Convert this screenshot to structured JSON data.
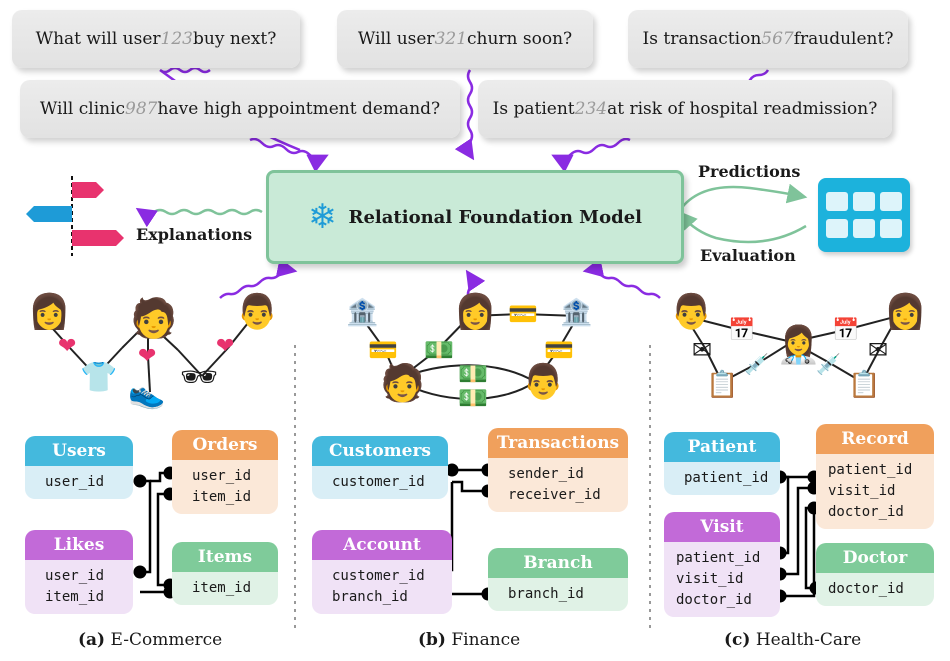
{
  "questions": [
    {
      "pre": "What will user ",
      "num": "123",
      "post": " buy next?"
    },
    {
      "pre": "Will user ",
      "num": "321",
      "post": " churn soon?"
    },
    {
      "pre": "Is transaction ",
      "num": "567",
      "post": " fraudulent?"
    },
    {
      "pre": "Will clinic ",
      "num": "987",
      "post": " have high appointment demand?"
    },
    {
      "pre": "Is patient ",
      "num": "234",
      "post": " at risk of hospital readmission?"
    }
  ],
  "model": {
    "title": "Relational Foundation Model",
    "icon": "snowflake-icon"
  },
  "labels": {
    "predictions": "Predictions",
    "evaluation": "Evaluation",
    "explanations": "Explanations"
  },
  "colors": {
    "arrow_purple": "#8a2be2",
    "arrow_green": "#7fc39a",
    "model_fill": "#c9ead7"
  },
  "panels": {
    "ecommerce": {
      "caption_letter": "(a)",
      "caption_text": " E-Commerce",
      "tables": {
        "users": {
          "title": "Users",
          "fields": [
            "user_id"
          ]
        },
        "orders": {
          "title": "Orders",
          "fields": [
            "user_id",
            "item_id"
          ]
        },
        "likes": {
          "title": "Likes",
          "fields": [
            "user_id",
            "item_id"
          ]
        },
        "items": {
          "title": "Items",
          "fields": [
            "item_id"
          ]
        }
      }
    },
    "finance": {
      "caption_letter": "(b)",
      "caption_text": " Finance",
      "tables": {
        "customers": {
          "title": "Customers",
          "fields": [
            "customer_id"
          ]
        },
        "transactions": {
          "title": "Transactions",
          "fields": [
            "sender_id",
            "receiver_id"
          ]
        },
        "account": {
          "title": "Account",
          "fields": [
            "customer_id",
            "branch_id"
          ]
        },
        "branch": {
          "title": "Branch",
          "fields": [
            "branch_id"
          ]
        }
      },
      "bank_label": "BANK"
    },
    "healthcare": {
      "caption_letter": "(c)",
      "caption_text": " Health-Care",
      "tables": {
        "patient": {
          "title": "Patient",
          "fields": [
            "patient_id"
          ]
        },
        "record": {
          "title": "Record",
          "fields": [
            "patient_id",
            "visit_id",
            "doctor_id"
          ]
        },
        "visit": {
          "title": "Visit",
          "fields": [
            "patient_id",
            "visit_id",
            "doctor_id"
          ]
        },
        "doctor": {
          "title": "Doctor",
          "fields": [
            "doctor_id"
          ]
        }
      }
    }
  }
}
